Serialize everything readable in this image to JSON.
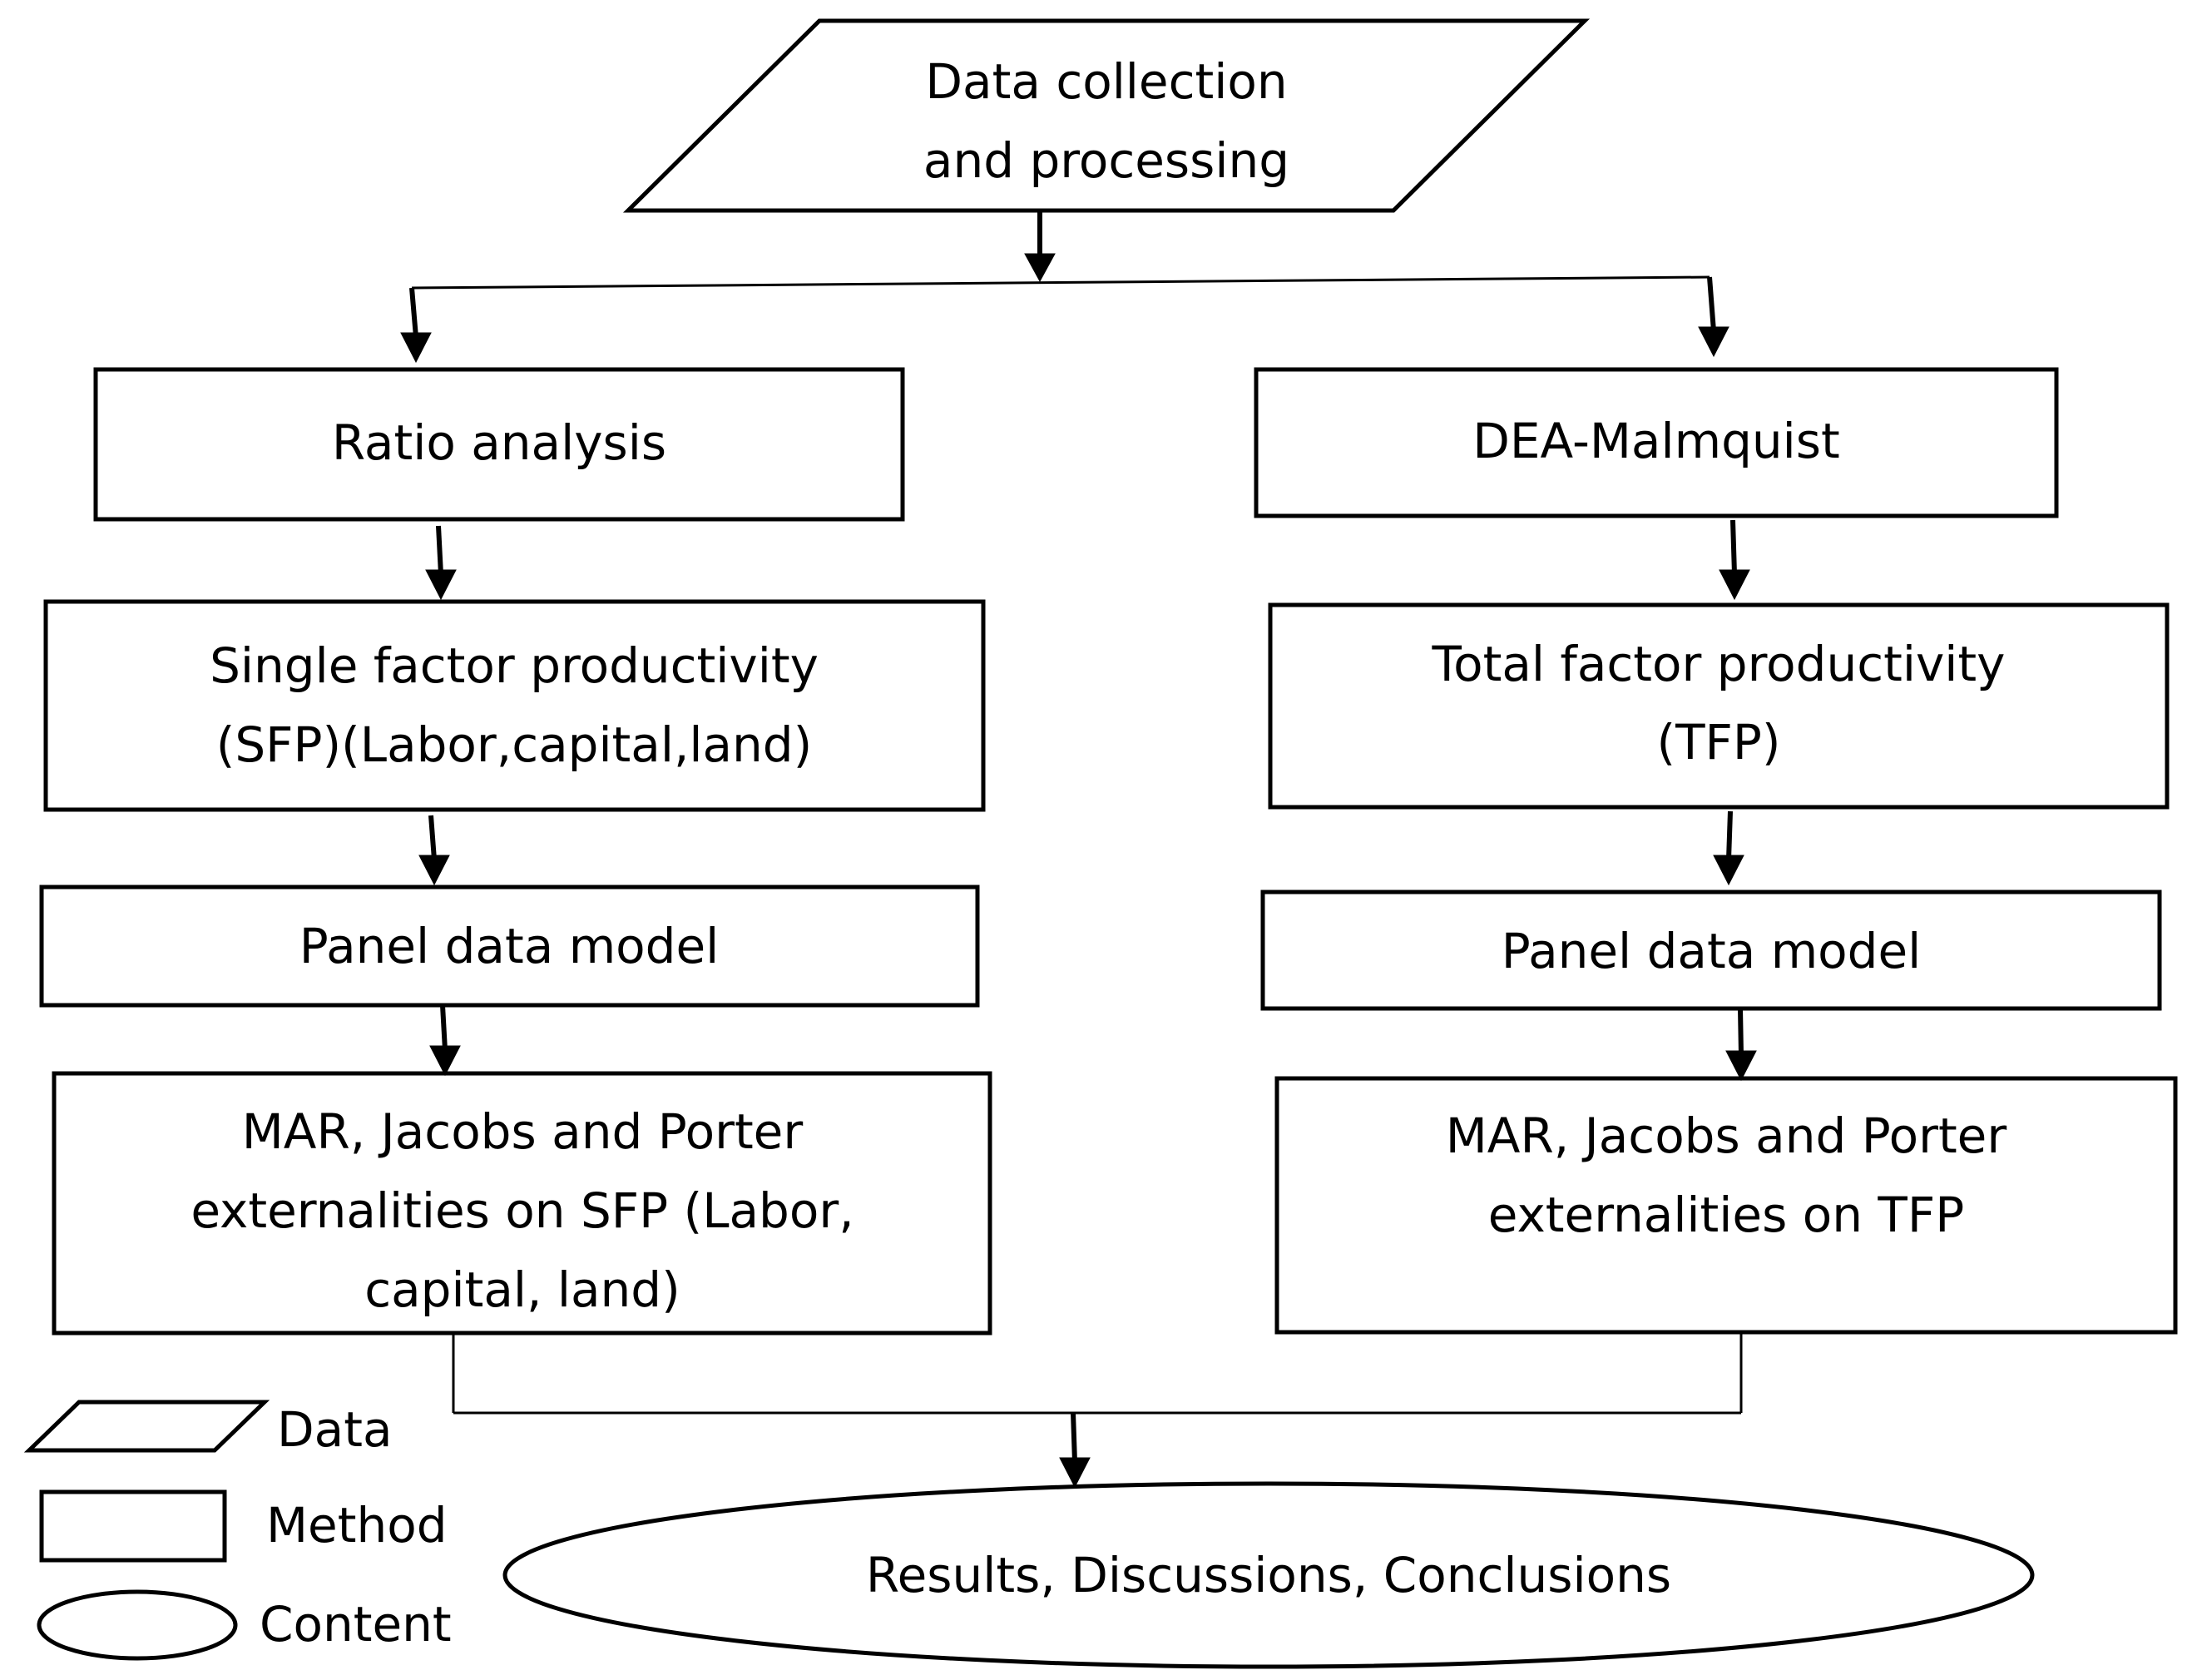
{
  "data_node": {
    "line1": "Data collection",
    "line2": "and processing"
  },
  "left_branch": {
    "method": "Ratio analysis",
    "measure": {
      "line1": "Single factor productivity",
      "line2": "(SFP)(Labor,capital,land)"
    },
    "model": "Panel data model",
    "externalities": {
      "line1": "MAR, Jacobs and Porter",
      "line2": "externalities on SFP (Labor,",
      "line3": "capital, land)"
    }
  },
  "right_branch": {
    "method": "DEA-Malmquist",
    "measure": {
      "line1": "Total factor productivity",
      "line2": "(TFP)"
    },
    "model": "Panel data model",
    "externalities": {
      "line1": "MAR, Jacobs and Porter",
      "line2": "externalities on TFP"
    }
  },
  "outcome": "Results, Discussions, Conclusions",
  "legend": {
    "data": "Data",
    "method": "Method",
    "content": "Content"
  }
}
